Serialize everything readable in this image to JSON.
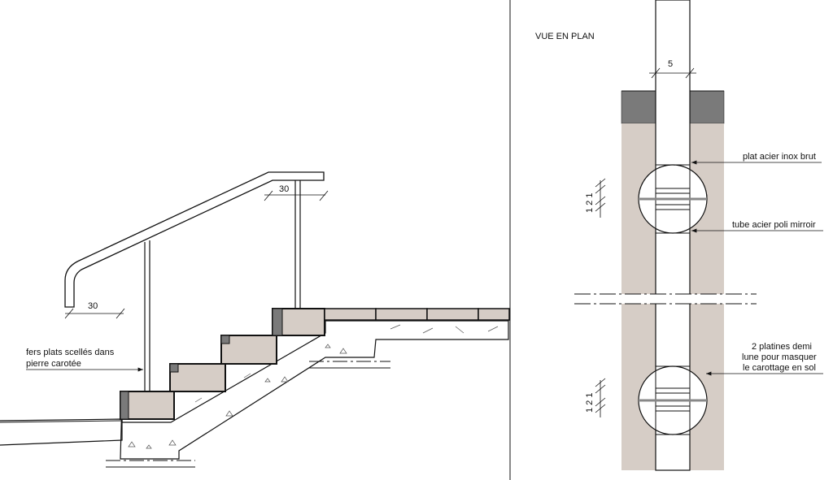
{
  "colors": {
    "stone": "#d6cdc6",
    "dark_stone": "#7a7a7a",
    "concrete": "#ffffff",
    "line": "#111111"
  },
  "elevation": {
    "dim_top": "30",
    "dim_bottom": "30",
    "label_line1": "fers plats scellés dans",
    "label_line2": "pierre carotée"
  },
  "plan": {
    "title": "VUE EN PLAN",
    "dim_width": "5",
    "label_plat": "plat acier inox brut",
    "label_tube": "tube acier poli mirroir",
    "label_platines_1": "2 platines demi",
    "label_platines_2": "lune pour masquer",
    "label_platines_3": "le carottage en sol",
    "spacing_1": "1 2 1",
    "spacing_2": "1 2 1"
  }
}
